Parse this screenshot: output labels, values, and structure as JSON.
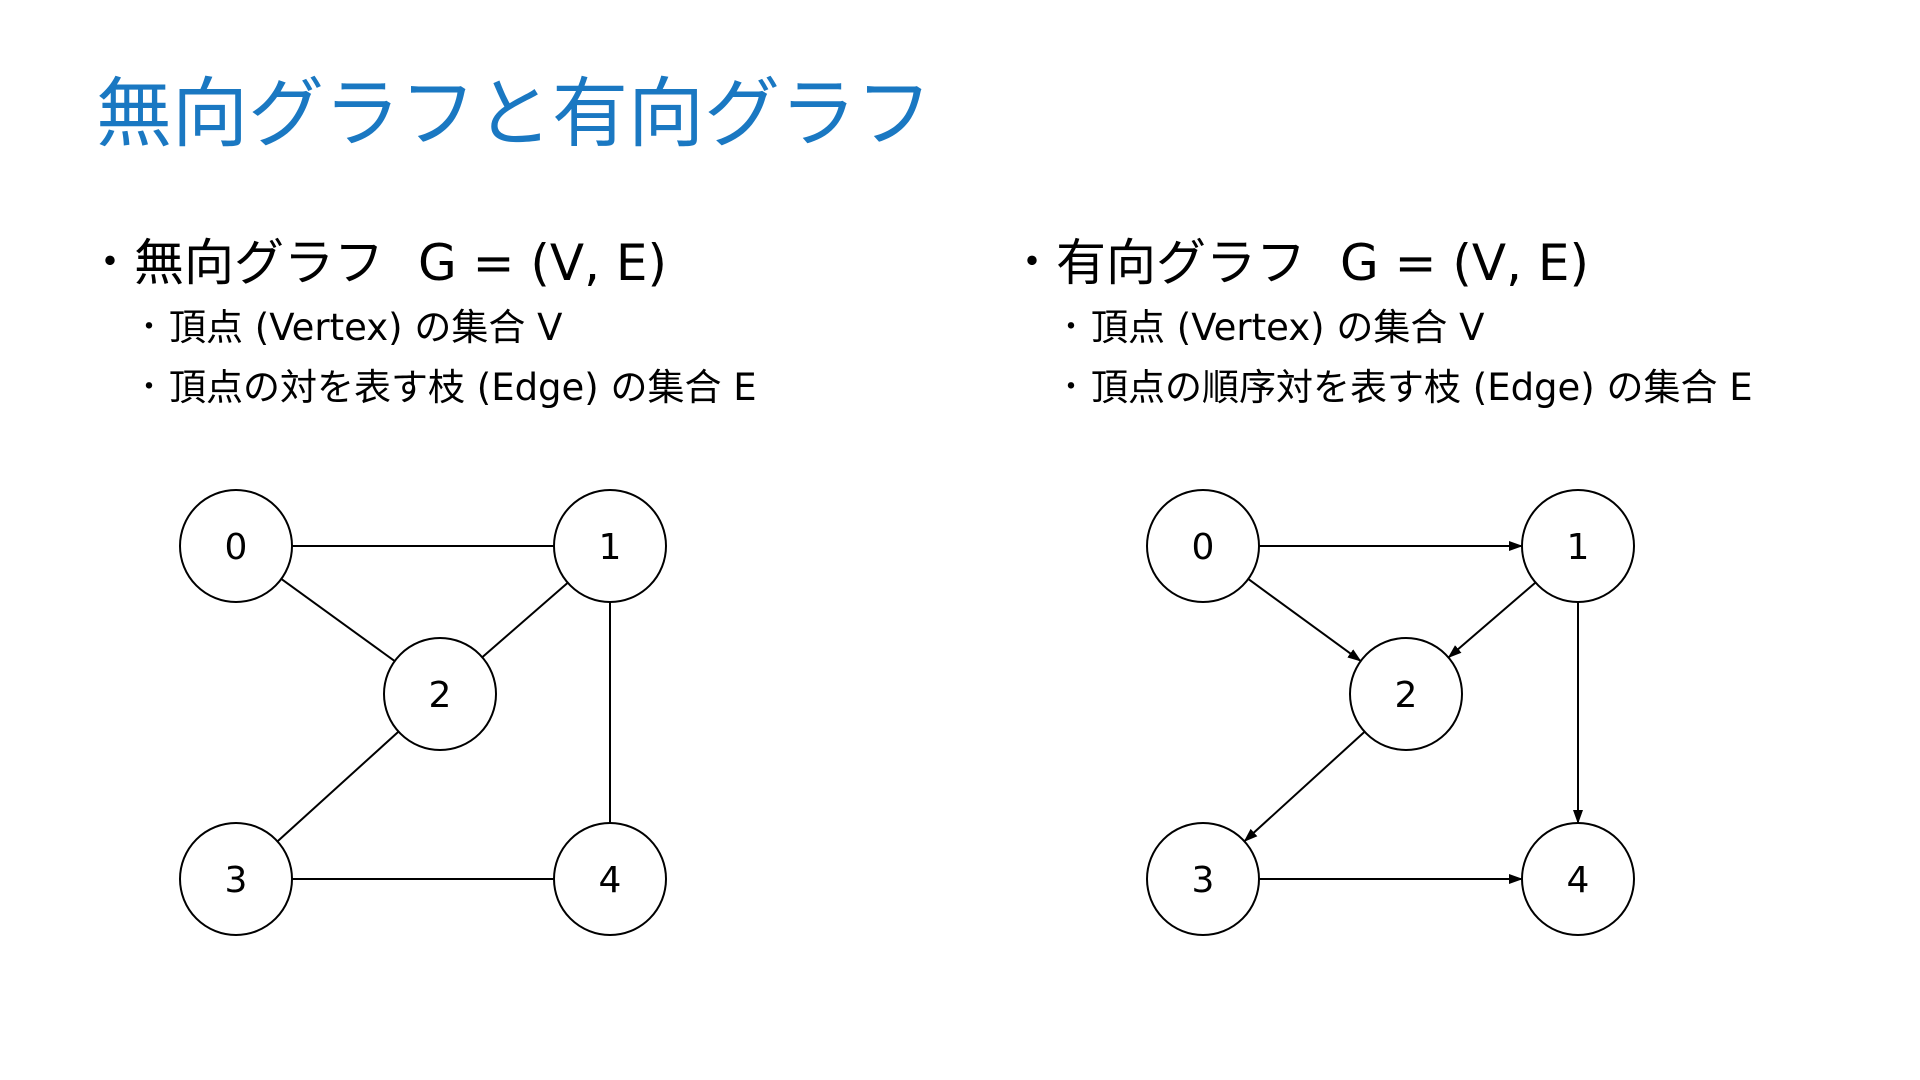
{
  "slide": {
    "title": "無向グラフと有向グラフ",
    "accent_color": "#1a78c2"
  },
  "undirected": {
    "heading": "無向グラフ",
    "formula": "G = (V, E)",
    "bullets": [
      "頂点 (Vertex) の集合 V",
      "頂点の対を表す枝 (Edge) の集合 E"
    ],
    "graph": {
      "nodes": [
        "0",
        "1",
        "2",
        "3",
        "4"
      ],
      "edges": [
        [
          "0",
          "1"
        ],
        [
          "0",
          "2"
        ],
        [
          "1",
          "2"
        ],
        [
          "1",
          "4"
        ],
        [
          "2",
          "3"
        ],
        [
          "3",
          "4"
        ]
      ],
      "directed": false
    }
  },
  "directed": {
    "heading": "有向グラフ",
    "formula": "G = (V, E)",
    "bullets": [
      "頂点 (Vertex) の集合 V",
      "頂点の順序対を表す枝 (Edge) の集合 E"
    ],
    "graph": {
      "nodes": [
        "0",
        "1",
        "2",
        "3",
        "4"
      ],
      "edges": [
        [
          "0",
          "1"
        ],
        [
          "0",
          "2"
        ],
        [
          "1",
          "2"
        ],
        [
          "1",
          "4"
        ],
        [
          "2",
          "3"
        ],
        [
          "3",
          "4"
        ]
      ],
      "directed": true
    }
  }
}
